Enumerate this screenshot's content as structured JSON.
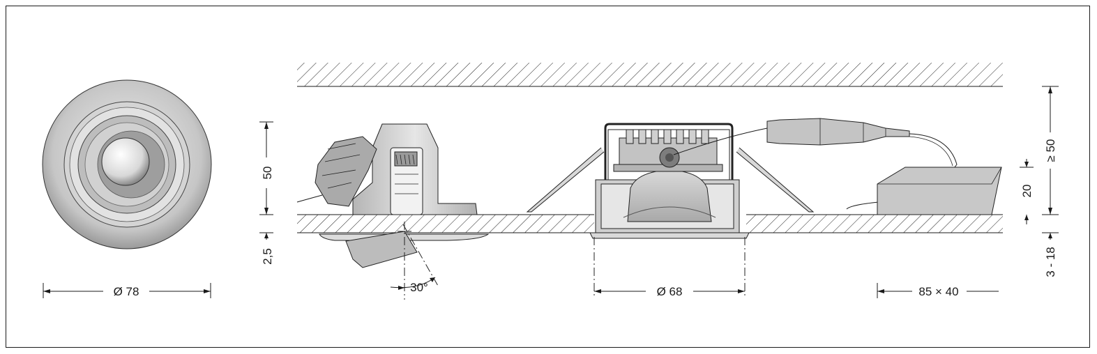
{
  "dimensions": {
    "diameter_front": "Ø 78",
    "height_fixture": "50",
    "flange_thickness": "2,5",
    "tilt_angle": "30°",
    "cutout_diameter": "Ø 68",
    "driver_size": "85 × 40",
    "driver_height": "20",
    "min_clearance": "≥ 50",
    "ceiling_thickness": "3 - 18"
  },
  "colors": {
    "line": "#1a1a1a",
    "fixture_gray": "#c9c9c9",
    "fixture_light": "#e3e3e3",
    "fixture_dark": "#8e8e8e",
    "background": "#ffffff"
  }
}
